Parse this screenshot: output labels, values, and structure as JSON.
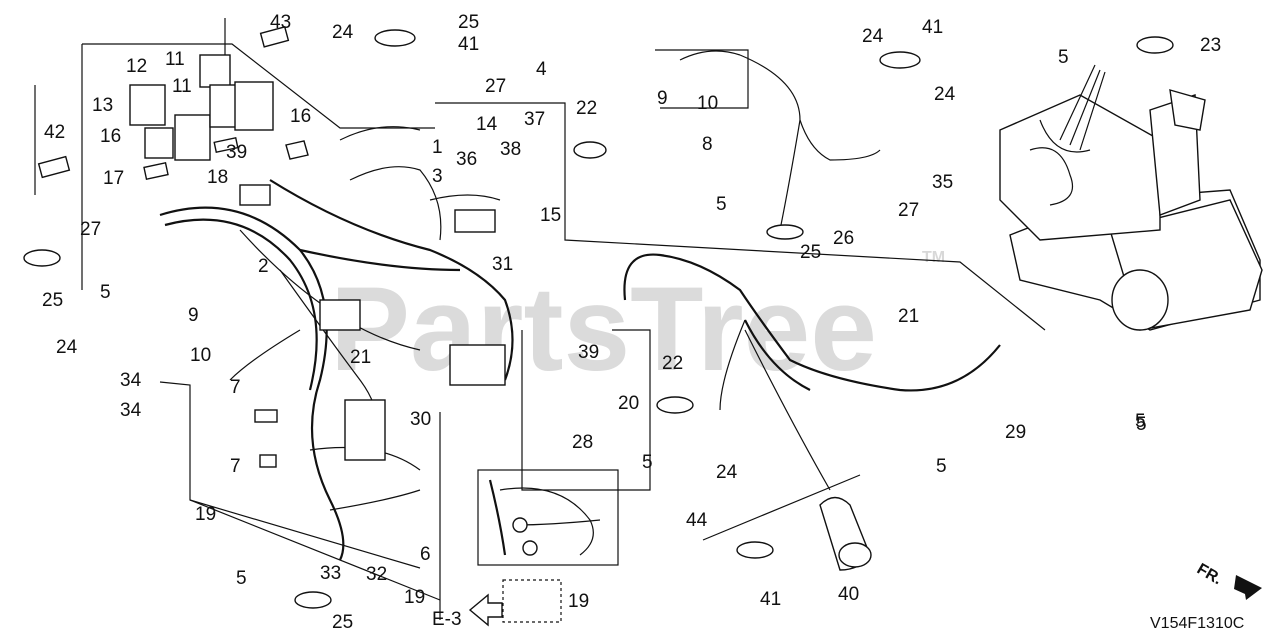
{
  "diagram": {
    "watermark": "PartsTree",
    "watermark_tm": "TM",
    "code": "V154F1310C",
    "ref_label": "E-3",
    "fr_label": "FR.",
    "callouts": [
      {
        "id": "c43",
        "text": "43"
      },
      {
        "id": "c25a",
        "text": "25"
      },
      {
        "id": "c41a",
        "text": "41"
      },
      {
        "id": "c24a",
        "text": "24"
      },
      {
        "id": "c27a",
        "text": "27"
      },
      {
        "id": "c4",
        "text": "4"
      },
      {
        "id": "c12",
        "text": "12"
      },
      {
        "id": "c11a",
        "text": "11"
      },
      {
        "id": "c11b",
        "text": "11"
      },
      {
        "id": "c13",
        "text": "13"
      },
      {
        "id": "c16a",
        "text": "16"
      },
      {
        "id": "c16b",
        "text": "16"
      },
      {
        "id": "c42",
        "text": "42"
      },
      {
        "id": "c17",
        "text": "17"
      },
      {
        "id": "c18",
        "text": "18"
      },
      {
        "id": "c39a",
        "text": "39"
      },
      {
        "id": "c1",
        "text": "1"
      },
      {
        "id": "c14",
        "text": "14"
      },
      {
        "id": "c37",
        "text": "37"
      },
      {
        "id": "c22a",
        "text": "22"
      },
      {
        "id": "c36",
        "text": "36"
      },
      {
        "id": "c38",
        "text": "38"
      },
      {
        "id": "c3",
        "text": "3"
      },
      {
        "id": "c15",
        "text": "15"
      },
      {
        "id": "c31",
        "text": "31"
      },
      {
        "id": "c27b",
        "text": "27"
      },
      {
        "id": "c25b",
        "text": "25"
      },
      {
        "id": "c5a",
        "text": "5"
      },
      {
        "id": "c2",
        "text": "2"
      },
      {
        "id": "c9a",
        "text": "9"
      },
      {
        "id": "c24b",
        "text": "24"
      },
      {
        "id": "c10a",
        "text": "10"
      },
      {
        "id": "c21a",
        "text": "21"
      },
      {
        "id": "c7a",
        "text": "7"
      },
      {
        "id": "c34a",
        "text": "34"
      },
      {
        "id": "c34b",
        "text": "34"
      },
      {
        "id": "c30",
        "text": "30"
      },
      {
        "id": "c7b",
        "text": "7"
      },
      {
        "id": "c19a",
        "text": "19"
      },
      {
        "id": "c5b",
        "text": "5"
      },
      {
        "id": "c33",
        "text": "33"
      },
      {
        "id": "c25c",
        "text": "25"
      },
      {
        "id": "c32",
        "text": "32"
      },
      {
        "id": "c6",
        "text": "6"
      },
      {
        "id": "c19b",
        "text": "19"
      },
      {
        "id": "c19c",
        "text": "19"
      },
      {
        "id": "c39b",
        "text": "39"
      },
      {
        "id": "c20",
        "text": "20"
      },
      {
        "id": "c22b",
        "text": "22"
      },
      {
        "id": "c28",
        "text": "28"
      },
      {
        "id": "c5c",
        "text": "5"
      },
      {
        "id": "c24c",
        "text": "24"
      },
      {
        "id": "c44",
        "text": "44"
      },
      {
        "id": "c41b",
        "text": "41"
      },
      {
        "id": "c40",
        "text": "40"
      },
      {
        "id": "c9b",
        "text": "9"
      },
      {
        "id": "c10b",
        "text": "10"
      },
      {
        "id": "c8",
        "text": "8"
      },
      {
        "id": "c24d",
        "text": "24"
      },
      {
        "id": "c41c",
        "text": "41"
      },
      {
        "id": "c24e",
        "text": "24"
      },
      {
        "id": "c5d",
        "text": "5"
      },
      {
        "id": "c35",
        "text": "35"
      },
      {
        "id": "c27c",
        "text": "27"
      },
      {
        "id": "c26",
        "text": "26"
      },
      {
        "id": "c25d",
        "text": "25"
      },
      {
        "id": "c21b",
        "text": "21"
      },
      {
        "id": "c29",
        "text": "29"
      },
      {
        "id": "c5e",
        "text": "5"
      },
      {
        "id": "c5f",
        "text": "5"
      },
      {
        "id": "c5g",
        "text": "5"
      },
      {
        "id": "c23",
        "text": "23"
      },
      {
        "id": "c5h",
        "text": "5"
      }
    ]
  }
}
